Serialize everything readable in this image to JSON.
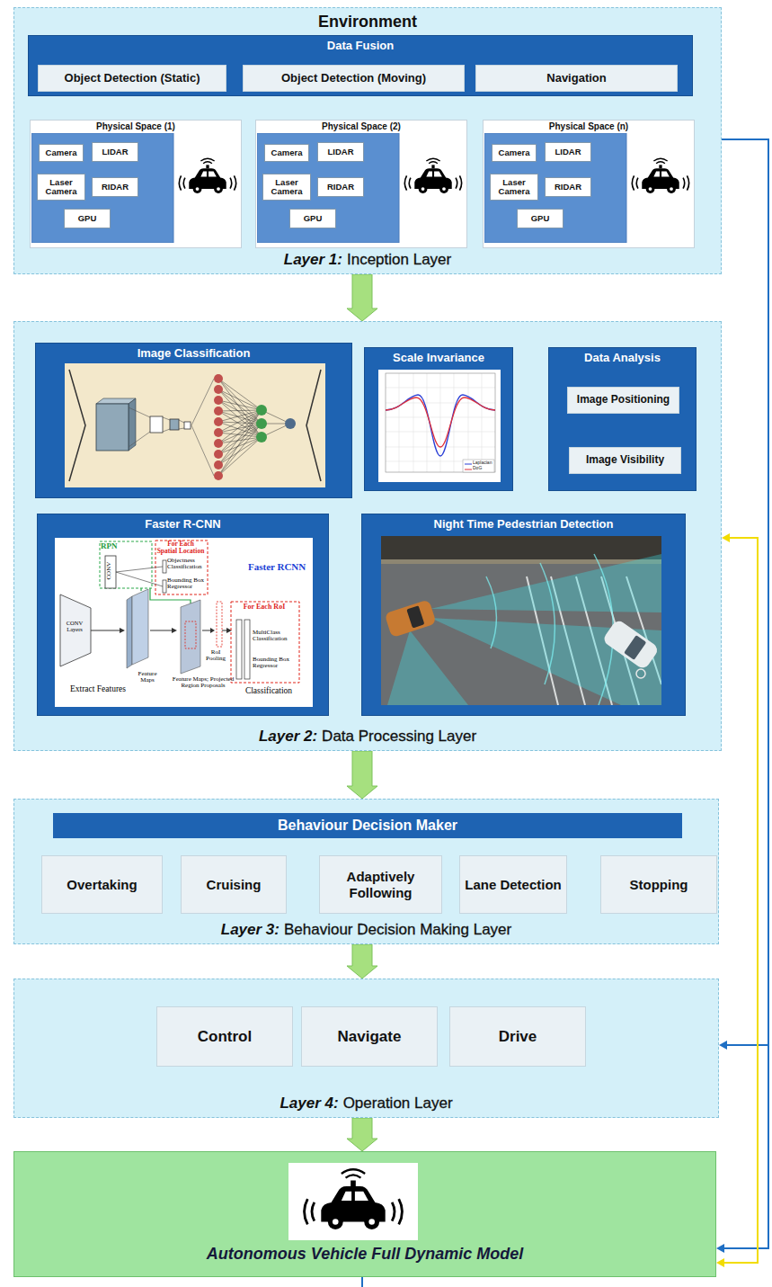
{
  "diagram": {
    "nodes": [
      {
        "text": [
          "Environment",
          "Layer 1:",
          "Inception Layer"
        ]
      },
      {
        "text": [
          "Data Fusion"
        ],
        "in": 0
      },
      {
        "text": [
          "Object Detection (Static)"
        ],
        "in": 1
      },
      {
        "text": [
          "Object Detection (Moving)"
        ],
        "in": 1
      },
      {
        "text": [
          "Navigation"
        ],
        "in": 1
      },
      {
        "text": [
          "Physical Space (1)"
        ],
        "in": 0
      },
      {
        "text": [
          "Camera"
        ],
        "in": 5
      },
      {
        "text": [
          "LIDAR"
        ],
        "in": 5
      },
      {
        "text": [
          "Laser Camera"
        ],
        "in": 5
      },
      {
        "text": [
          "RIDAR"
        ],
        "in": 5
      },
      {
        "text": [
          "GPU"
        ],
        "in": 5
      },
      {
        "text": [
          "Physical Space (2)"
        ],
        "in": 0
      },
      {
        "text": [
          "Camera"
        ],
        "in": 11
      },
      {
        "text": [
          "LIDAR"
        ],
        "in": 11
      },
      {
        "text": [
          "Laser Camera"
        ],
        "in": 11
      },
      {
        "text": [
          "RIDAR"
        ],
        "in": 11
      },
      {
        "text": [
          "GPU"
        ],
        "in": 11
      },
      {
        "text": [
          "Physical Space (n)"
        ],
        "in": 0
      },
      {
        "text": [
          "Camera"
        ],
        "in": 17
      },
      {
        "text": [
          "LIDAR"
        ],
        "in": 17
      },
      {
        "text": [
          "Laser Camera"
        ],
        "in": 17
      },
      {
        "text": [
          "RIDAR"
        ],
        "in": 17
      },
      {
        "text": [
          "GPU"
        ],
        "in": 17
      },
      {
        "text": [
          "Layer 2:",
          "Data Processing Layer"
        ]
      },
      {
        "text": [
          "Image Classification"
        ],
        "in": 23
      },
      {
        "text": [
          "Scale Invariance"
        ],
        "in": 23
      },
      {
        "text": [
          "Data Analysis"
        ],
        "in": 23
      },
      {
        "text": [
          "Image Positioning"
        ],
        "in": 26
      },
      {
        "text": [
          "Image Visibility"
        ],
        "in": 26
      },
      {
        "text": [
          "Faster R-CNN"
        ],
        "in": 23
      },
      {
        "text": [
          "Night Time Pedestrian Detection"
        ],
        "in": 23
      },
      {
        "text": [
          "Layer 3:",
          "Behaviour Decision Making Layer"
        ]
      },
      {
        "text": [
          "Behaviour Decision Maker"
        ],
        "in": 31
      },
      {
        "text": [
          "Overtaking"
        ],
        "in": 31
      },
      {
        "text": [
          "Cruising"
        ],
        "in": 31
      },
      {
        "text": [
          "Adaptively Following"
        ],
        "in": 31
      },
      {
        "text": [
          "Lane Detection"
        ],
        "in": 31
      },
      {
        "text": [
          "Stopping"
        ],
        "in": 31
      },
      {
        "text": [
          "Layer 4:",
          "Operation Layer"
        ]
      },
      {
        "text": [
          "Control"
        ],
        "in": 38
      },
      {
        "text": [
          "Navigate"
        ],
        "in": 38
      },
      {
        "text": [
          "Drive"
        ],
        "in": 38
      },
      {
        "text": [
          "Autonomous Vehicle Full Dynamic Model"
        ]
      }
    ],
    "edges": [
      {
        "from": 0,
        "to": 23,
        "arrow": "to"
      },
      {
        "from": 23,
        "to": 31,
        "arrow": "to"
      },
      {
        "from": 31,
        "to": 38,
        "arrow": "to"
      },
      {
        "from": 38,
        "to": 42,
        "arrow": "to"
      },
      {
        "from": 0,
        "to": 38,
        "arrow": "to"
      },
      {
        "from": 0,
        "to": 42,
        "arrow": "to"
      },
      {
        "from": 23,
        "to": 42,
        "arrow": "both"
      }
    ],
    "labels": [
      "RPN",
      "For Each Spatial Location",
      "CONV",
      "Objectness Classification",
      "Bounding Box Regressor",
      "Faster RCNN",
      "CONV Layers",
      "Feature Maps",
      "Feature Maps; Projected Region Proposals",
      "RoI Pooling",
      "For Each RoI",
      "MultiClass Classification",
      "Bounding Box Regressor",
      "Extract Features",
      "Classification",
      "Laplacian",
      "DoG"
    ]
  }
}
